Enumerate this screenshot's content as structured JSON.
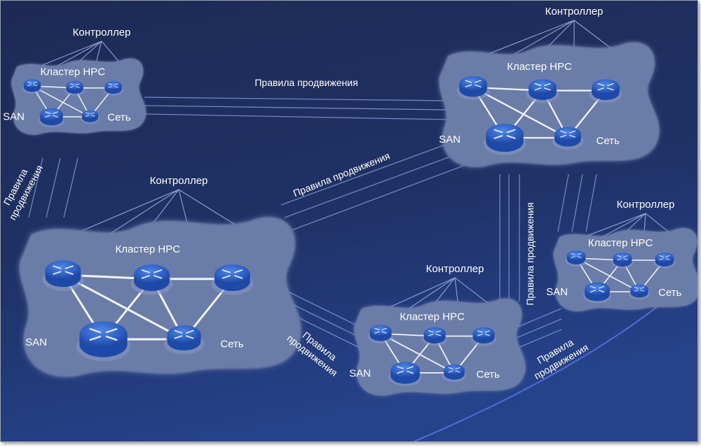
{
  "diagram": {
    "title": "",
    "colors": {
      "background_top": "#1d2a55",
      "background_bottom": "#24407e",
      "cloud_fill": "#6a7ba8",
      "router_fill": "#2d5fc4",
      "link_color": "#f2f4fa",
      "rule_line_color": "#6f86c2",
      "text_color": "#ffffff"
    },
    "domains": [
      {
        "id": "top-left",
        "controller_label": "Контроллер",
        "cluster_label": "Кластер HPC",
        "san_label": "SAN",
        "network_label": "Сеть"
      },
      {
        "id": "top-right",
        "controller_label": "Контроллер",
        "cluster_label": "Кластер HPC",
        "san_label": "SAN",
        "network_label": "Сеть"
      },
      {
        "id": "middle-left",
        "controller_label": "Контроллер",
        "cluster_label": "Кластер HPC",
        "san_label": "SAN",
        "network_label": "Сеть"
      },
      {
        "id": "bottom-center",
        "controller_label": "Контроллер",
        "cluster_label": "Кластер HPC",
        "san_label": "SAN",
        "network_label": "Сеть"
      },
      {
        "id": "right",
        "controller_label": "Контроллер",
        "cluster_label": "Кластер HPC",
        "san_label": "SAN",
        "network_label": "Сеть"
      }
    ],
    "forwarding_rules": [
      {
        "between": [
          "top-left",
          "top-right"
        ],
        "line1": "Правила продвижения",
        "line2": ""
      },
      {
        "between": [
          "top-left",
          "middle-left"
        ],
        "line1": "Правила",
        "line2": "продвижения"
      },
      {
        "between": [
          "middle-left",
          "top-right"
        ],
        "line1": "Правила продвижения",
        "line2": ""
      },
      {
        "between": [
          "top-right",
          "bottom-center"
        ],
        "line1": "Правила продвижения",
        "line2": ""
      },
      {
        "between": [
          "middle-left",
          "bottom-center"
        ],
        "line1": "Правила",
        "line2": "продвижения"
      },
      {
        "between": [
          "bottom-center",
          "right"
        ],
        "line1": "Правила",
        "line2": "продвижения"
      }
    ],
    "node_types": [
      "router",
      "switch",
      "san-storage"
    ],
    "cluster_topology": {
      "nodes": [
        "hpc-1",
        "hpc-2",
        "hpc-3",
        "san",
        "network"
      ],
      "links": [
        [
          "hpc-1",
          "hpc-2"
        ],
        [
          "hpc-2",
          "hpc-3"
        ],
        [
          "hpc-1",
          "san"
        ],
        [
          "hpc-1",
          "network"
        ],
        [
          "hpc-2",
          "san"
        ],
        [
          "hpc-2",
          "network"
        ],
        [
          "hpc-3",
          "network"
        ],
        [
          "san",
          "network"
        ]
      ]
    }
  }
}
